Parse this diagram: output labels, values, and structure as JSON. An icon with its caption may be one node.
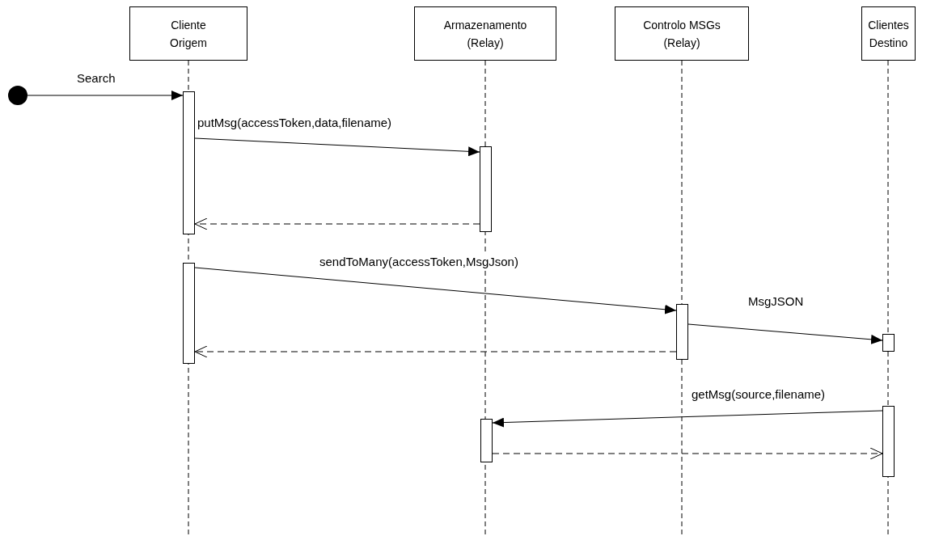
{
  "diagram": {
    "nodes": [
      {
        "text": [
          "Cliente Origem"
        ]
      },
      {
        "text": [
          "Armazenamento (Relay)"
        ]
      },
      {
        "text": [
          "Controlo MSGs (Relay)"
        ]
      },
      {
        "text": [
          "Clientes Destino"
        ]
      },
      {
        "text": [],
        "shape": "circle"
      },
      {
        "text": [],
        "shape": "bar"
      },
      {
        "text": [],
        "shape": "bar"
      },
      {
        "text": [],
        "shape": "bar"
      },
      {
        "text": [],
        "shape": "bar"
      },
      {
        "text": [],
        "shape": "bar"
      },
      {
        "text": [],
        "shape": "bar"
      },
      {
        "text": [],
        "shape": "bar"
      }
    ],
    "edges": [
      {
        "from": 4,
        "to": 5,
        "arrow": "to",
        "label": "Search"
      },
      {
        "from": 5,
        "to": 6,
        "arrow": "to",
        "label": "putMsg(accessToken,data,filename)"
      },
      {
        "from": 6,
        "to": 5,
        "arrow": "to",
        "style": "dashed"
      },
      {
        "from": 7,
        "to": 8,
        "arrow": "to",
        "label": "sendToMany(accessToken,MsgJson)"
      },
      {
        "from": 8,
        "to": 9,
        "arrow": "to",
        "label": "MsgJSON"
      },
      {
        "from": 8,
        "to": 7,
        "arrow": "to",
        "style": "dashed"
      },
      {
        "from": 10,
        "to": 11,
        "arrow": "to",
        "label": "getMsg(source,filename)"
      },
      {
        "from": 11,
        "to": 10,
        "arrow": "to",
        "style": "dashed"
      }
    ]
  }
}
